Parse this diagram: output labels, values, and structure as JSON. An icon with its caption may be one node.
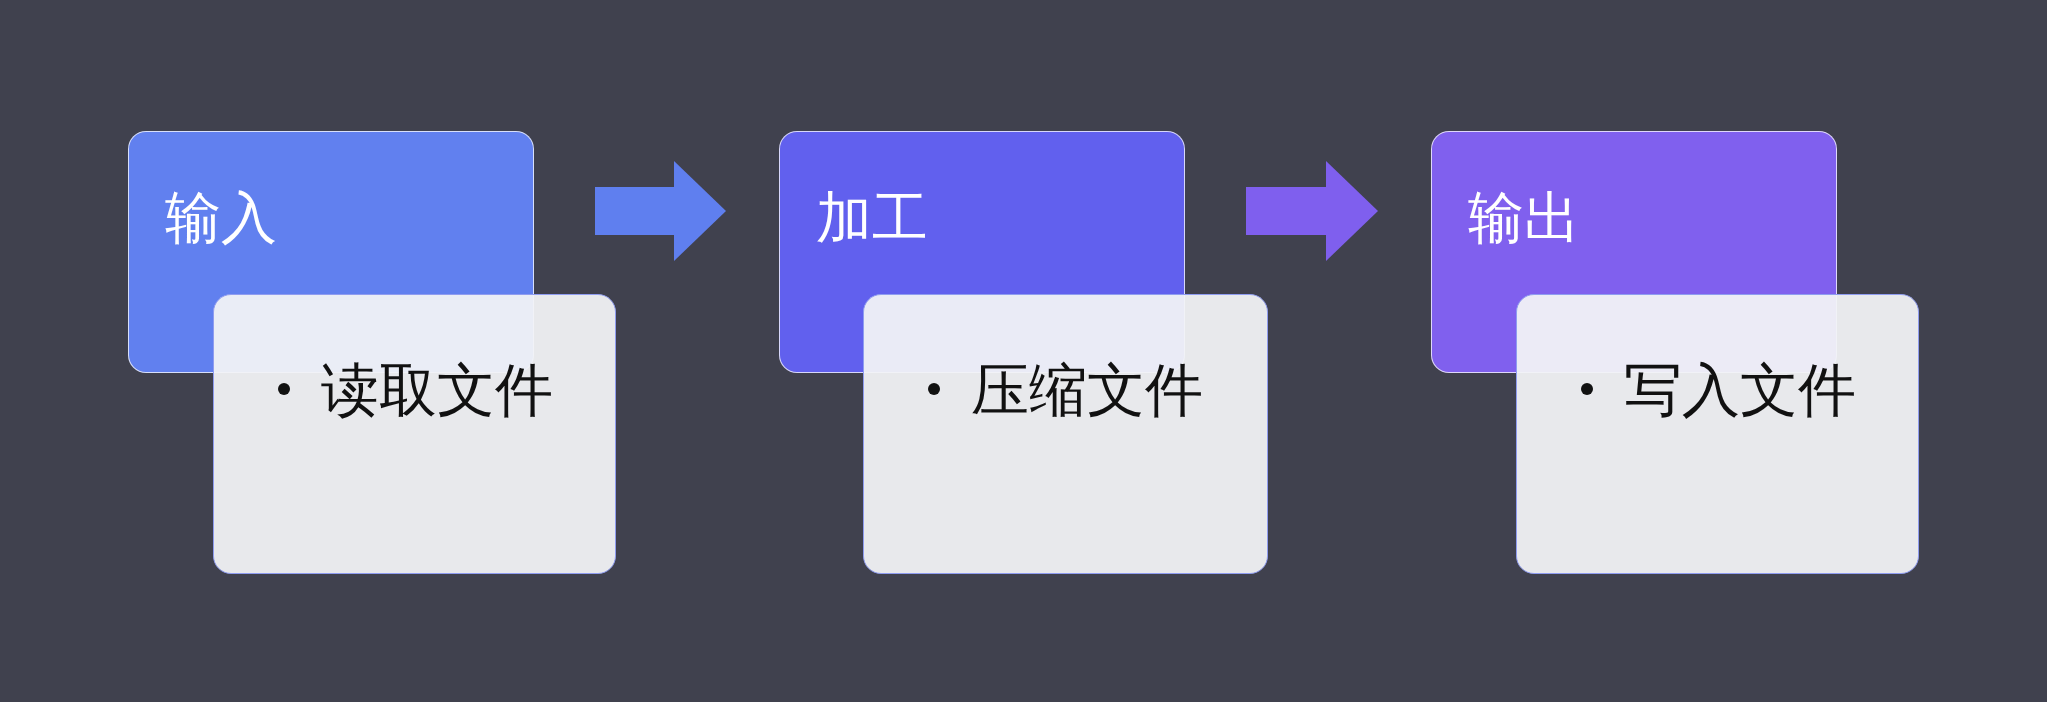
{
  "diagram": {
    "nodes": [
      {
        "text": [
          "输入"
        ]
      },
      {
        "text": [
          "读取文件"
        ]
      },
      {
        "text": [
          "加工"
        ]
      },
      {
        "text": [
          "压缩文件"
        ]
      },
      {
        "text": [
          "输出"
        ]
      },
      {
        "text": [
          "写入文件"
        ]
      }
    ],
    "edges": [
      {
        "from": 0,
        "to": 2,
        "arrow": "to",
        "color": "#5f7fef"
      },
      {
        "from": 2,
        "to": 4,
        "arrow": "to",
        "color": "#7f5fee"
      }
    ]
  }
}
